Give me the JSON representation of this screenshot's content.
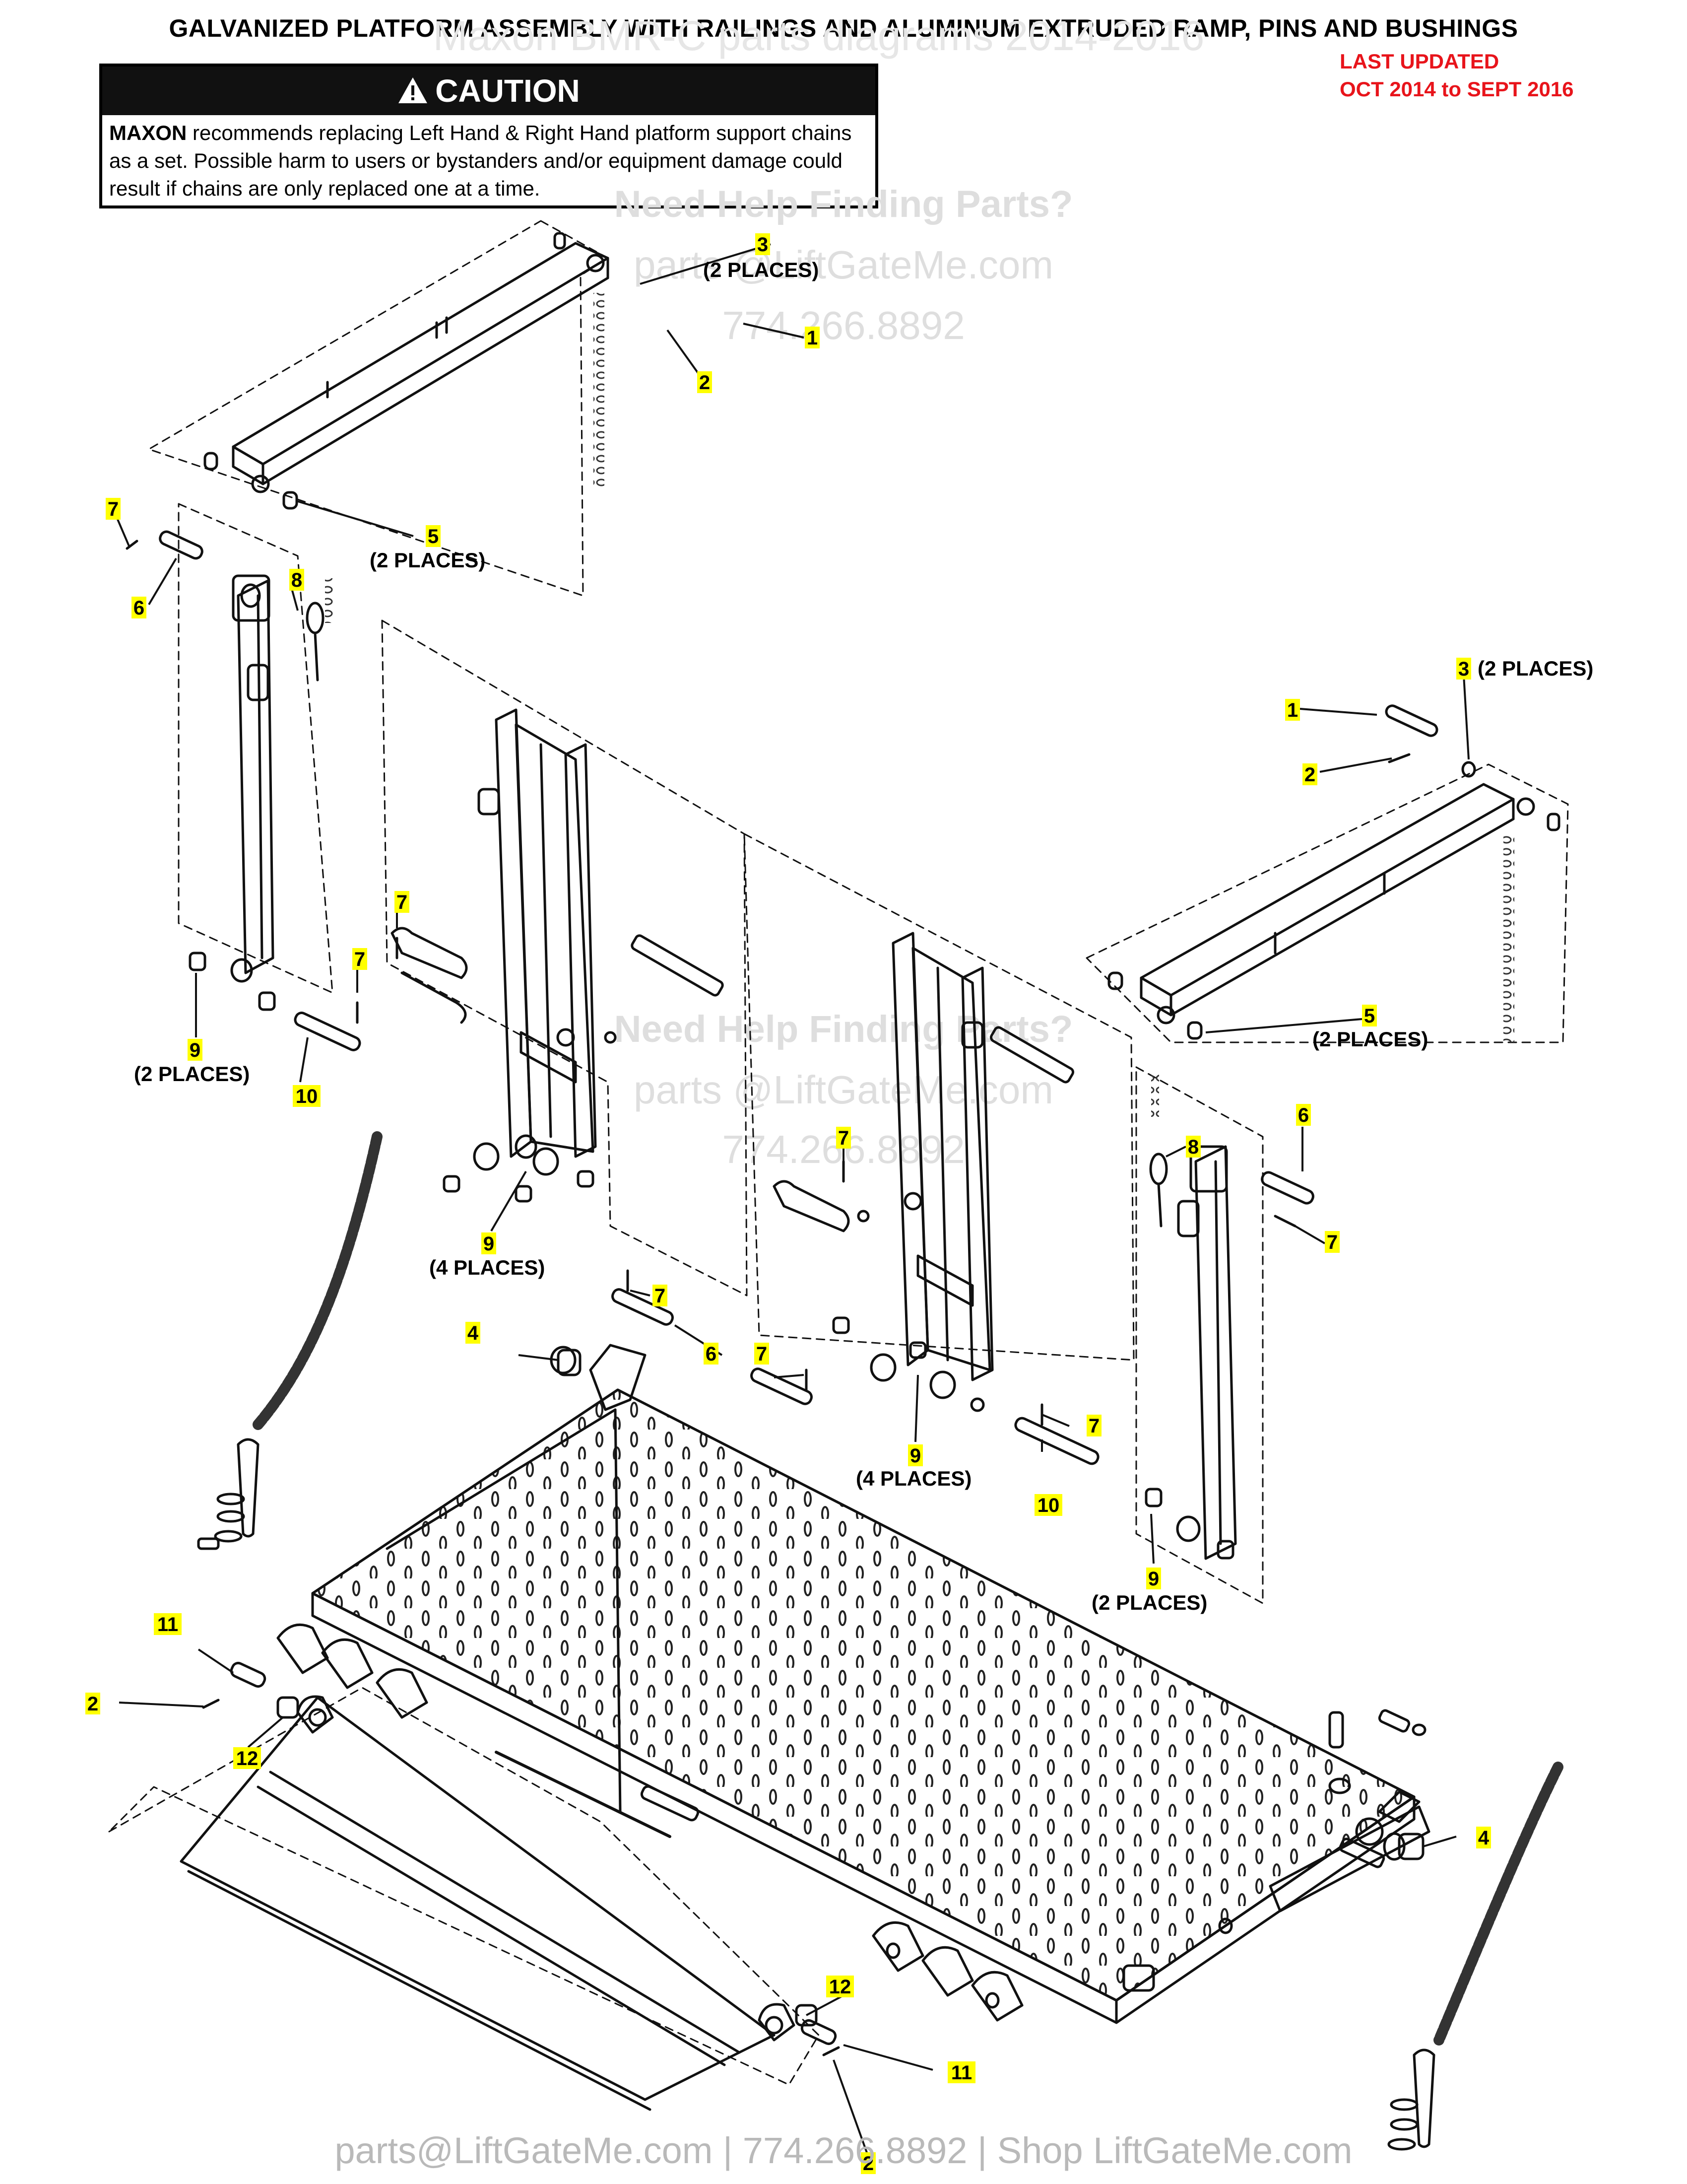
{
  "title": "GALVANIZED PLATFORM ASSEMBLY WITH RAILINGS AND ALUMINUM EXTRUDED RAMP, PINS AND BUSHINGS",
  "updated": {
    "label": "LAST UPDATED",
    "range": "OCT 2014 to SEPT 2016"
  },
  "caution": {
    "heading": "CAUTION",
    "brand": "MAXON",
    "text": " recommends replacing Left Hand & Right Hand platform support chains as a set. Possible harm to users or bystanders and/or equipment damage could result if chains are only replaced one at a time."
  },
  "watermark": {
    "top_title": "Maxon BMR-C parts diagrams 2014-2016",
    "help": "Need Help Finding Parts?",
    "email": "parts @LiftGateMe.com",
    "phone": "774.266.8892"
  },
  "footer": "parts@LiftGateMe.com | 774.266.8892 | Shop LiftGateMe.com",
  "callouts": [
    {
      "n": "3",
      "places": "(2 PLACES)"
    },
    {
      "n": "1"
    },
    {
      "n": "2"
    },
    {
      "n": "5",
      "places": "(2 PLACES)"
    },
    {
      "n": "7"
    },
    {
      "n": "6"
    },
    {
      "n": "8"
    },
    {
      "n": "7"
    },
    {
      "n": "7"
    },
    {
      "n": "9",
      "places": "(2 PLACES)"
    },
    {
      "n": "10"
    },
    {
      "n": "9",
      "places": "(4 PLACES)"
    },
    {
      "n": "3",
      "places": "(2 PLACES)"
    },
    {
      "n": "1"
    },
    {
      "n": "2"
    },
    {
      "n": "5",
      "places": "(2 PLACES)"
    },
    {
      "n": "8"
    },
    {
      "n": "6"
    },
    {
      "n": "7"
    },
    {
      "n": "7"
    },
    {
      "n": "7"
    },
    {
      "n": "6"
    },
    {
      "n": "7"
    },
    {
      "n": "4"
    },
    {
      "n": "9",
      "places": "(4 PLACES)"
    },
    {
      "n": "10"
    },
    {
      "n": "7"
    },
    {
      "n": "9",
      "places": "(2 PLACES)"
    },
    {
      "n": "11"
    },
    {
      "n": "2"
    },
    {
      "n": "12"
    },
    {
      "n": "4"
    },
    {
      "n": "12"
    },
    {
      "n": "11"
    },
    {
      "n": "2"
    }
  ],
  "colors": {
    "highlight": "#ffff00",
    "red": "#e8141b",
    "line": "#111111",
    "watermark": "#dedede"
  }
}
